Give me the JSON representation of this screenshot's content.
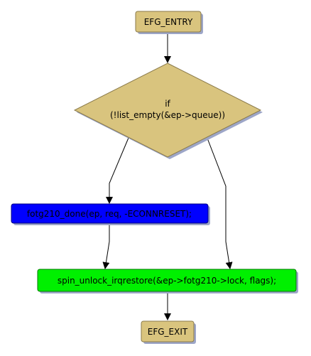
{
  "nodes": {
    "entry": {
      "label": "EFG_ENTRY",
      "fill": "#d9c47e"
    },
    "condition": {
      "line1": "if",
      "line2": "(!list_empty(&ep->queue))",
      "fill": "#d9c47e"
    },
    "done": {
      "label": "fotg210_done(ep, req, -ECONNRESET);",
      "fill": "#0000ff"
    },
    "unlock": {
      "label": "spin_unlock_irqrestore(&ep->fotg210->lock, flags);",
      "fill": "#00f000"
    },
    "exit": {
      "label": "EFG_EXIT",
      "fill": "#d9c47e"
    }
  },
  "colors": {
    "shadow": "#9da6c8",
    "edge": "#000000",
    "border": "#8a7a4a"
  }
}
